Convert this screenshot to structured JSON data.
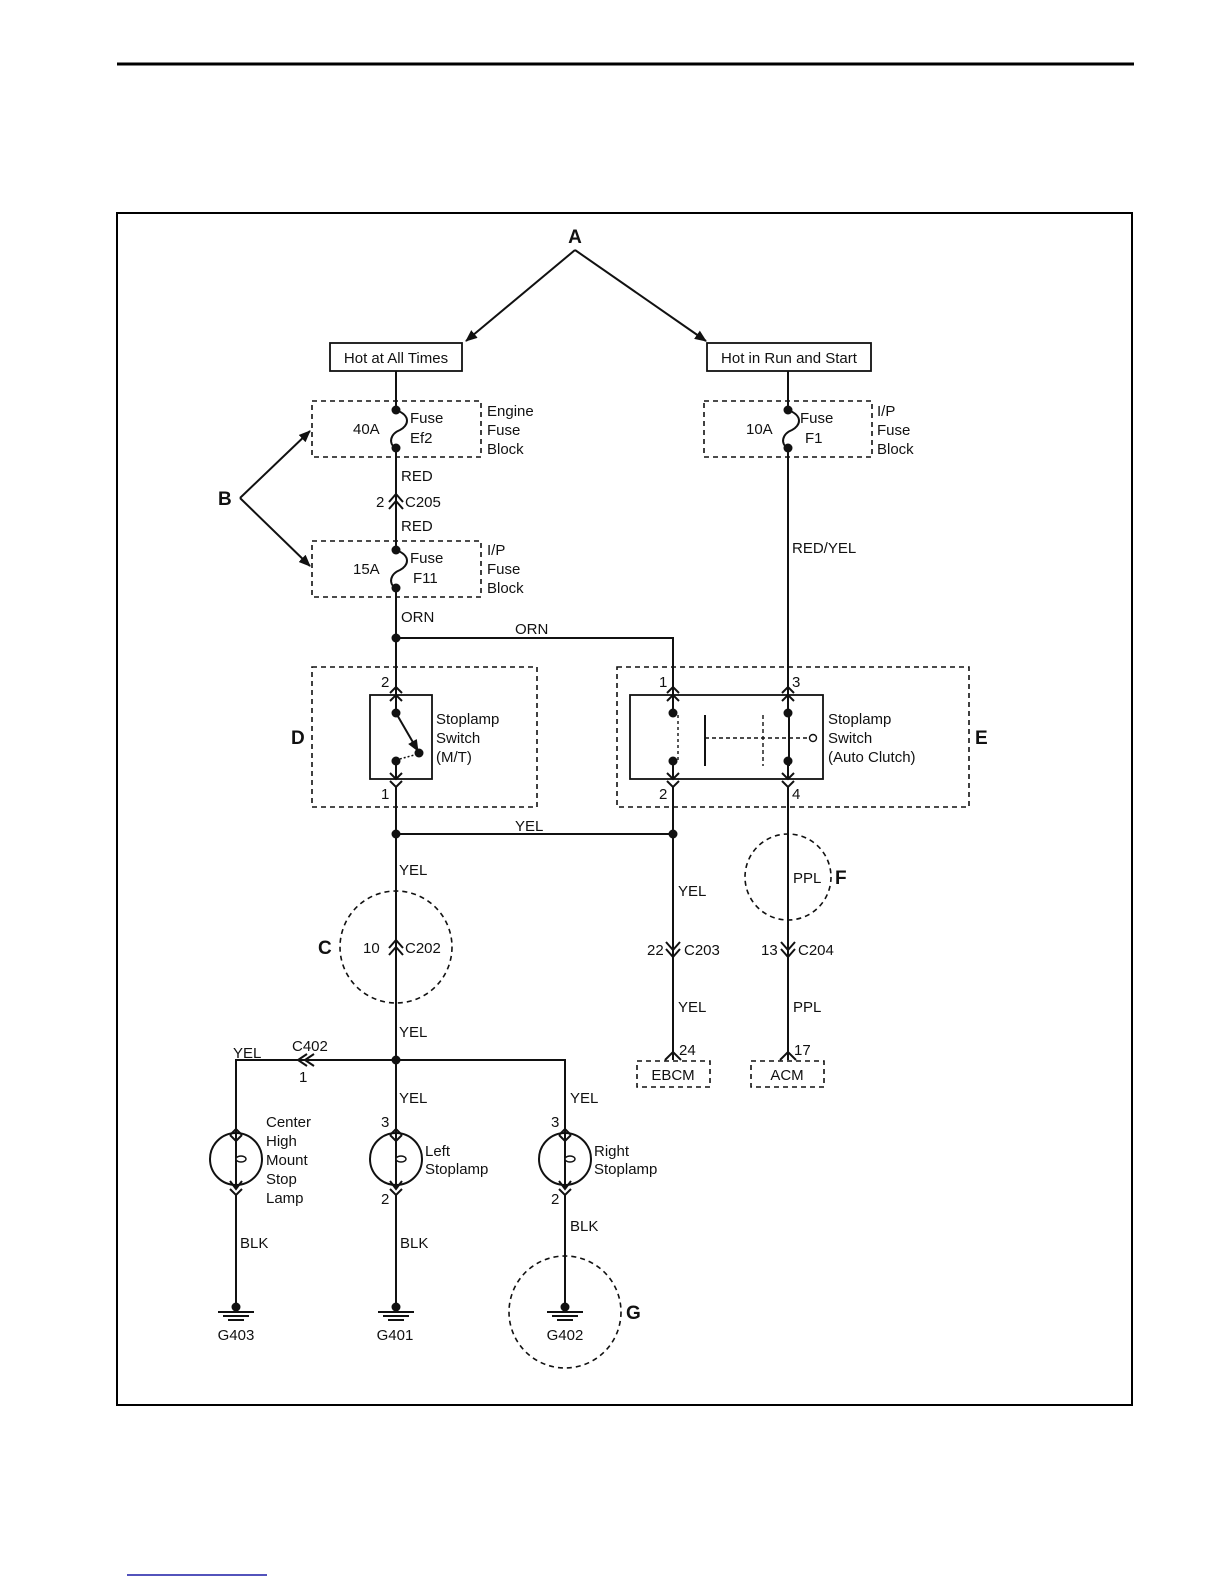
{
  "page": {
    "footer_link_color": "#1a1aa6"
  },
  "callouts": {
    "A": "A",
    "B": "B",
    "C": "C",
    "D": "D",
    "E": "E",
    "F": "F",
    "G": "G"
  },
  "power": {
    "hot_all_times": "Hot at All Times",
    "hot_run_start": "Hot in Run and Start"
  },
  "fuses": {
    "ef2": {
      "rating": "40A",
      "line1": "Fuse",
      "line2": "Ef2",
      "block": [
        "Engine",
        "Fuse",
        "Block"
      ]
    },
    "f11": {
      "rating": "15A",
      "line1": "Fuse",
      "line2": "F11",
      "block": [
        "I/P",
        "Fuse",
        "Block"
      ]
    },
    "f1": {
      "rating": "10A",
      "line1": "Fuse",
      "line2": "F1",
      "block": [
        "I/P",
        "Fuse",
        "Block"
      ]
    }
  },
  "wires": {
    "red_1": "RED",
    "red_2": "RED",
    "red_yel": "RED/YEL",
    "orn_1": "ORN",
    "orn_2": "ORN",
    "yel_bridge": "YEL",
    "yel_c202_top": "YEL",
    "yel_c202_bottom": "YEL",
    "yel_c203_top": "YEL",
    "yel_c203_bottom": "YEL",
    "ppl_top": "PPL",
    "ppl_bottom": "PPL",
    "yel_chmsl": "YEL",
    "yel_left": "YEL",
    "yel_right": "YEL",
    "blk_chmsl": "BLK",
    "blk_left": "BLK",
    "blk_right": "BLK"
  },
  "connectors": {
    "c205": {
      "pin": "2",
      "name": "C205"
    },
    "c202": {
      "pin": "10",
      "name": "C202"
    },
    "c203": {
      "pin": "22",
      "name": "C203"
    },
    "c204": {
      "pin": "13",
      "name": "C204"
    },
    "c402": {
      "pin": "1",
      "name": "C402"
    }
  },
  "switches": {
    "mt": {
      "label": [
        "Stoplamp",
        "Switch",
        "(M/T)"
      ],
      "pin_top": "2",
      "pin_bottom": "1"
    },
    "auto": {
      "label": [
        "Stoplamp",
        "Switch",
        "(Auto Clutch)"
      ],
      "pin1": "1",
      "pin2": "2",
      "pin3": "3",
      "pin4": "4"
    }
  },
  "modules": {
    "ebcm": {
      "name": "EBCM",
      "pin": "24"
    },
    "acm": {
      "name": "ACM",
      "pin": "17"
    }
  },
  "lamps": {
    "chmsl": {
      "label": [
        "Center",
        "High",
        "Mount",
        "Stop",
        "Lamp"
      ]
    },
    "left": {
      "label": [
        "Left",
        "Stoplamp"
      ],
      "pin_top": "3",
      "pin_bottom": "2"
    },
    "right": {
      "label": [
        "Right",
        "Stoplamp"
      ],
      "pin_top": "3",
      "pin_bottom": "2"
    }
  },
  "grounds": {
    "g403": "G403",
    "g401": "G401",
    "g402": "G402"
  }
}
